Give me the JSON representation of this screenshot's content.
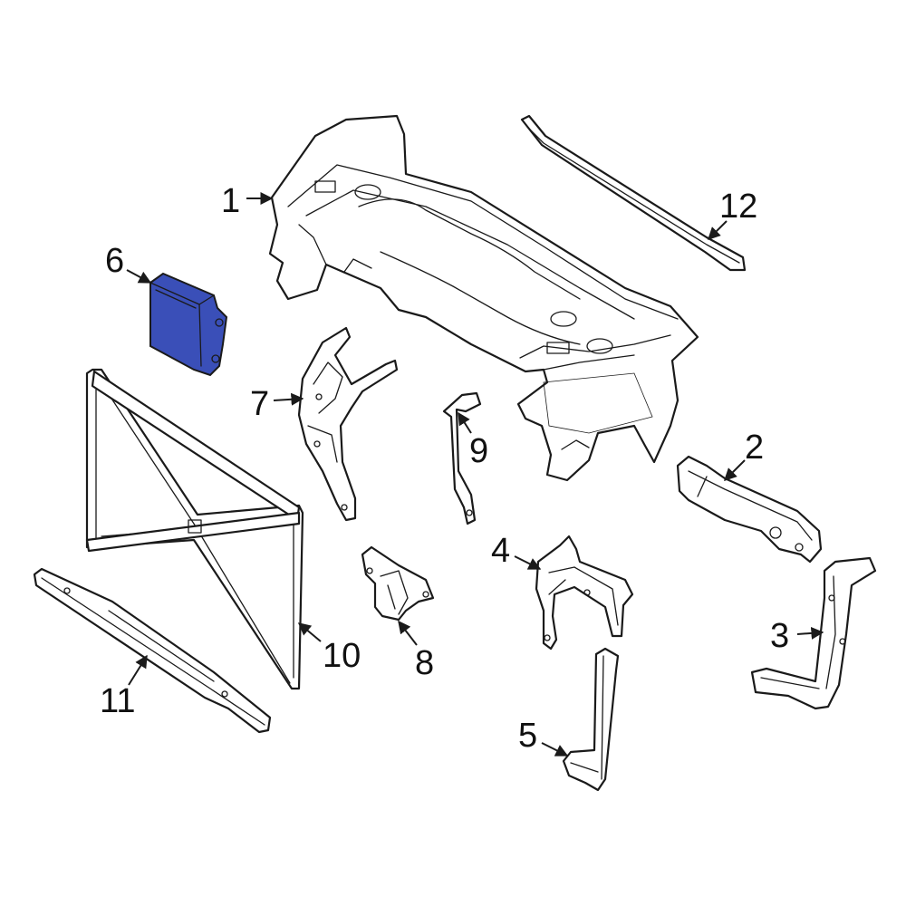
{
  "diagram": {
    "highlight_color": "#3a4fb8",
    "highlighted_part": "6",
    "callouts": [
      {
        "id": "c1",
        "label": "1"
      },
      {
        "id": "c2",
        "label": "2"
      },
      {
        "id": "c3",
        "label": "3"
      },
      {
        "id": "c4",
        "label": "4"
      },
      {
        "id": "c5",
        "label": "5"
      },
      {
        "id": "c6",
        "label": "6"
      },
      {
        "id": "c7",
        "label": "7"
      },
      {
        "id": "c8",
        "label": "8"
      },
      {
        "id": "c9",
        "label": "9"
      },
      {
        "id": "c10",
        "label": "10"
      },
      {
        "id": "c11",
        "label": "11"
      },
      {
        "id": "c12",
        "label": "12"
      }
    ]
  }
}
